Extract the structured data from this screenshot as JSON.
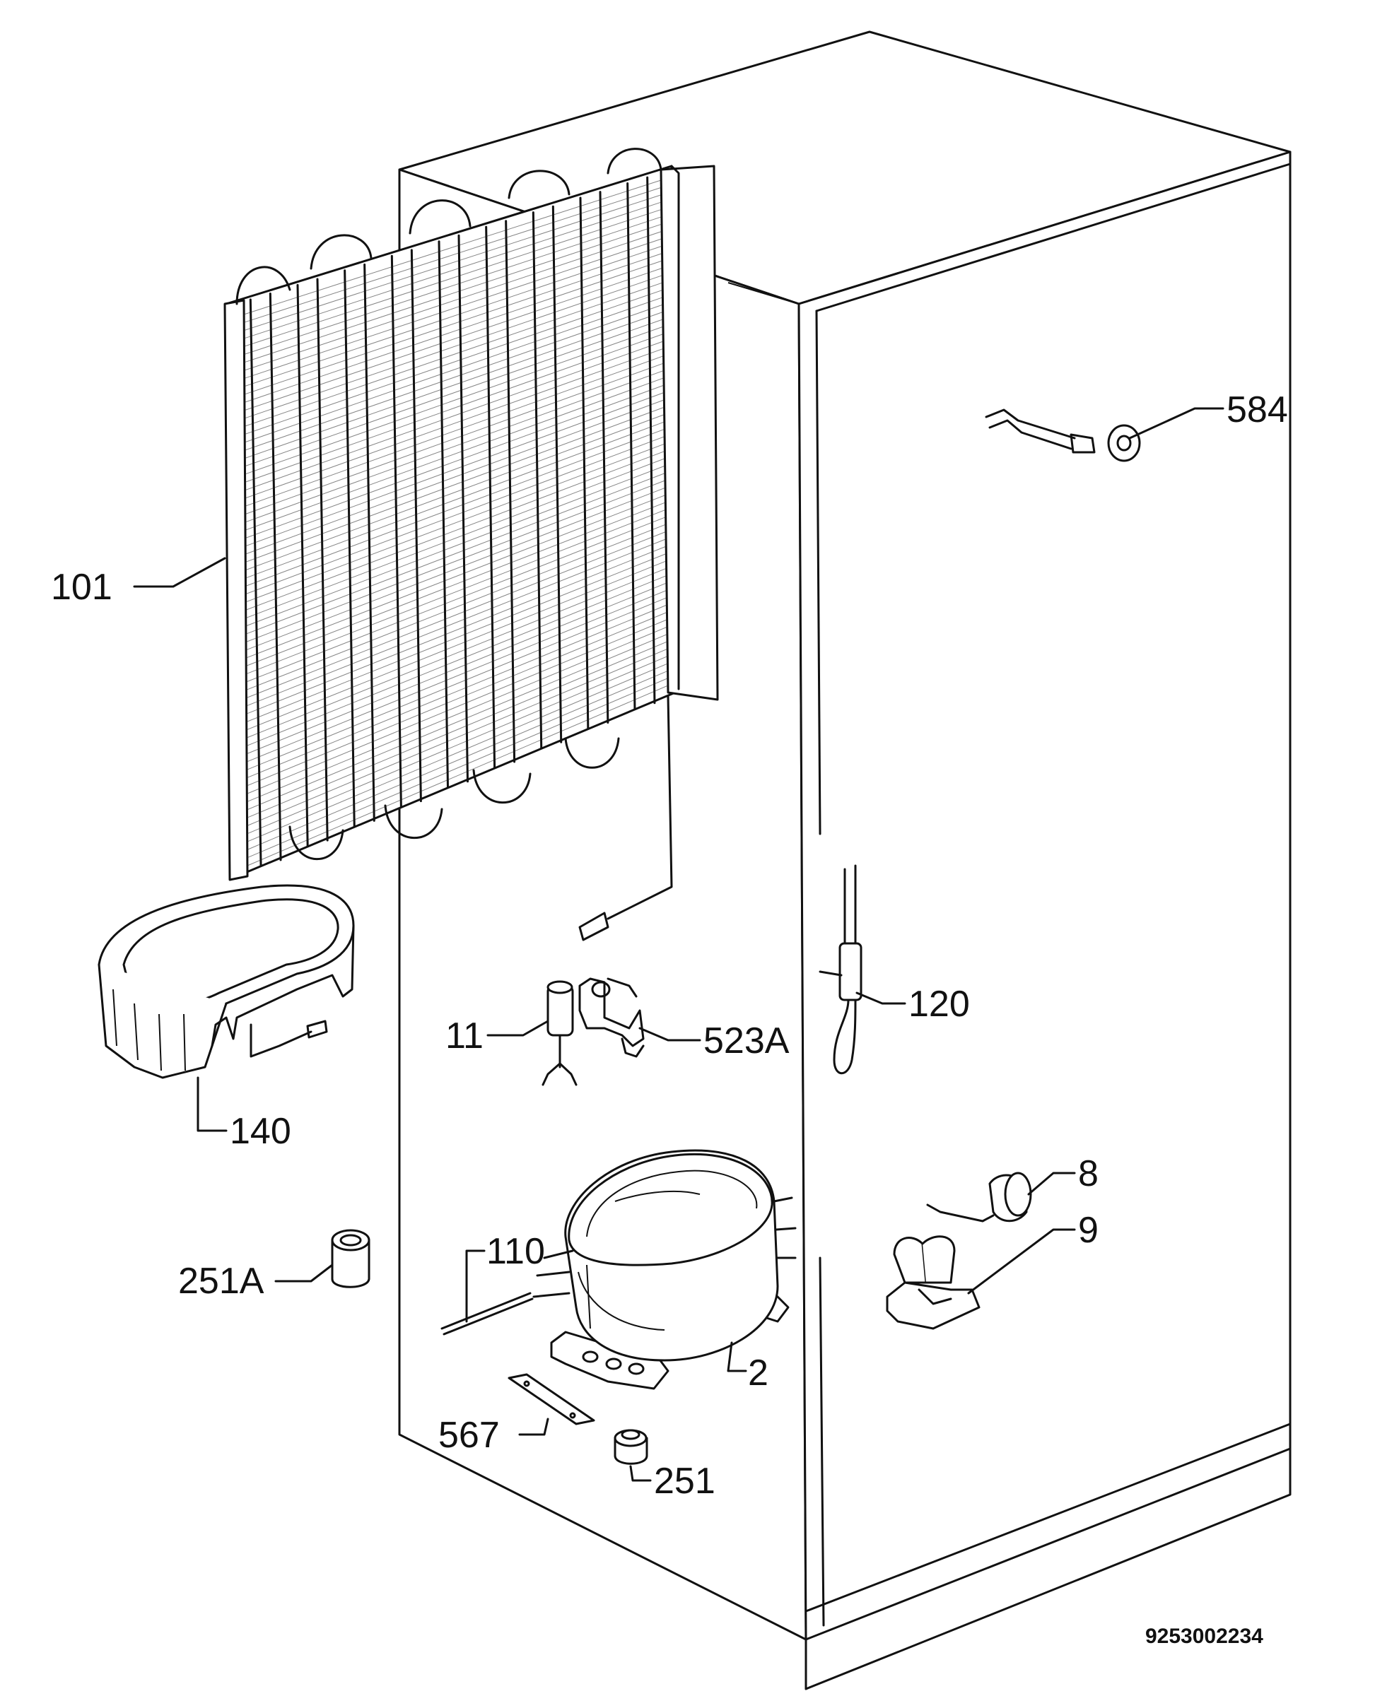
{
  "drawing_number": "9253002234",
  "parts": {
    "p584": "584",
    "p101": "101",
    "p120": "120",
    "p11": "11",
    "p523A": "523A",
    "p140": "140",
    "p8": "8",
    "p9": "9",
    "p110": "110",
    "p251A": "251A",
    "p2": "2",
    "p567": "567",
    "p251": "251"
  }
}
